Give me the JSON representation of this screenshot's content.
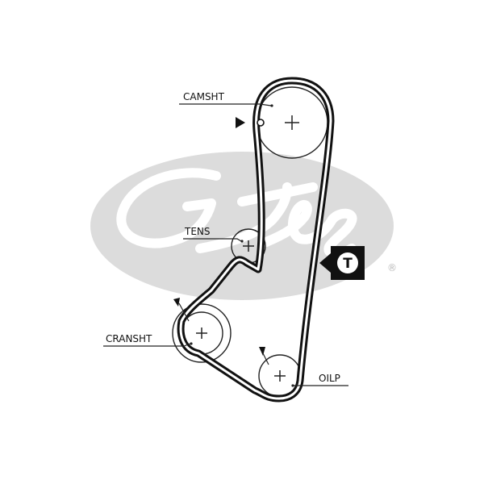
{
  "brand": {
    "registered_mark": "®",
    "watermark_color": "#dcdcdc"
  },
  "diagram": {
    "belt_color": "#111111",
    "labels": {
      "camshaft": "CAMSHT",
      "tensioner": "TENS",
      "crankshaft": "CRANSHT",
      "oil_pump": "OILP"
    },
    "tension_badge": {
      "letter": "T",
      "icon": "tension-point-icon"
    },
    "icons": {
      "timing_mark": "timing-mark-icon",
      "center": "crosshair-icon"
    }
  }
}
